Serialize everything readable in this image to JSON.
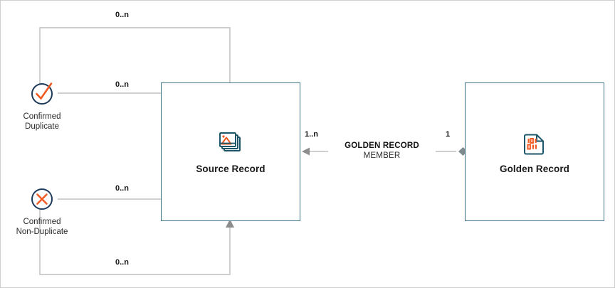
{
  "diagram": {
    "type": "entity-relationship",
    "colors": {
      "entity_border": "#3f7284",
      "connector": "#b3b3b3",
      "arrowhead": "#8a8a8a",
      "icon_teal": "#1c5668",
      "icon_orange": "#f15a22",
      "canvas_border": "#cfcfcf",
      "text": "#1a1a1a"
    },
    "entities": [
      {
        "id": "source-record",
        "label": "Source Record",
        "icon": "image-stack-icon"
      },
      {
        "id": "golden-record",
        "label": "Golden Record",
        "icon": "binary-document-icon"
      }
    ],
    "nodes": [
      {
        "id": "confirmed-duplicate",
        "caption": "Confirmed\nDuplicate",
        "icon": "check-circle-icon"
      },
      {
        "id": "confirmed-non-duplicate",
        "caption": "Confirmed\nNon-Duplicate",
        "icon": "x-circle-icon"
      }
    ],
    "relationship": {
      "title": "GOLDEN RECORD",
      "subtitle": "MEMBER",
      "source_cardinality": "1..n",
      "target_cardinality": "1"
    },
    "cardinalities": {
      "top_route": "0..n",
      "upper_direct": "0..n",
      "lower_direct": "0..n",
      "bottom_route": "0..n",
      "source_side": "1..n",
      "golden_side": "1"
    }
  }
}
